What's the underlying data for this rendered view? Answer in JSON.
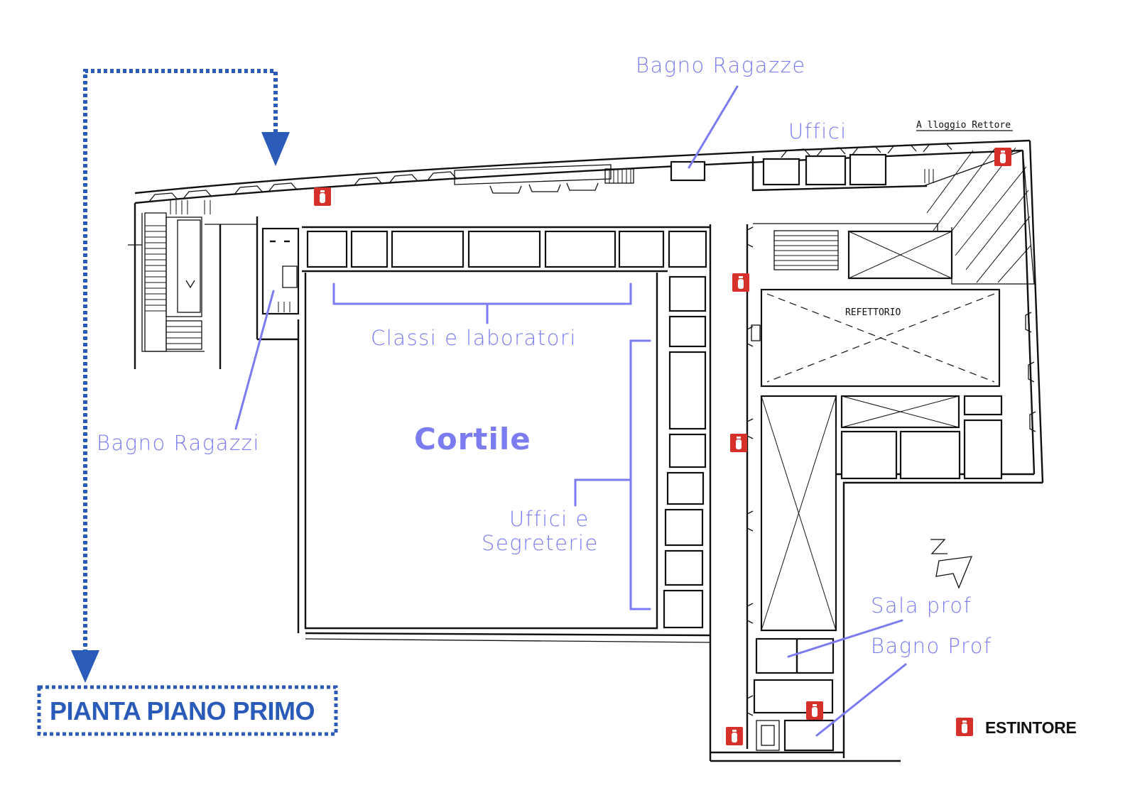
{
  "title": "PIANTA PIANO PRIMO",
  "labels": {
    "bagno_ragazze": "Bagno Ragazze",
    "uffici_top": "Uffici",
    "alloggio": "A lloggio Rettore",
    "classi": "Classi e laboratori",
    "cortile": "Cortile",
    "bagno_ragazzi": "Bagno Ragazzi",
    "uffici_segreterie_line1": "Uffici e",
    "uffici_segreterie_line2": "Segreterie",
    "refettorio": "REFETTORIO",
    "sala_prof": "Sala prof",
    "bagno_prof": "Bagno Prof"
  },
  "legend": {
    "estintore": "ESTINTORE"
  },
  "colors": {
    "label": "#7b7cf0",
    "navigation": "#2a5bb8",
    "extinguisher": "#d6302a",
    "walls": "#111111"
  },
  "icons": {
    "extinguisher": "fire-extinguisher-icon",
    "north": "north-arrow-icon"
  }
}
